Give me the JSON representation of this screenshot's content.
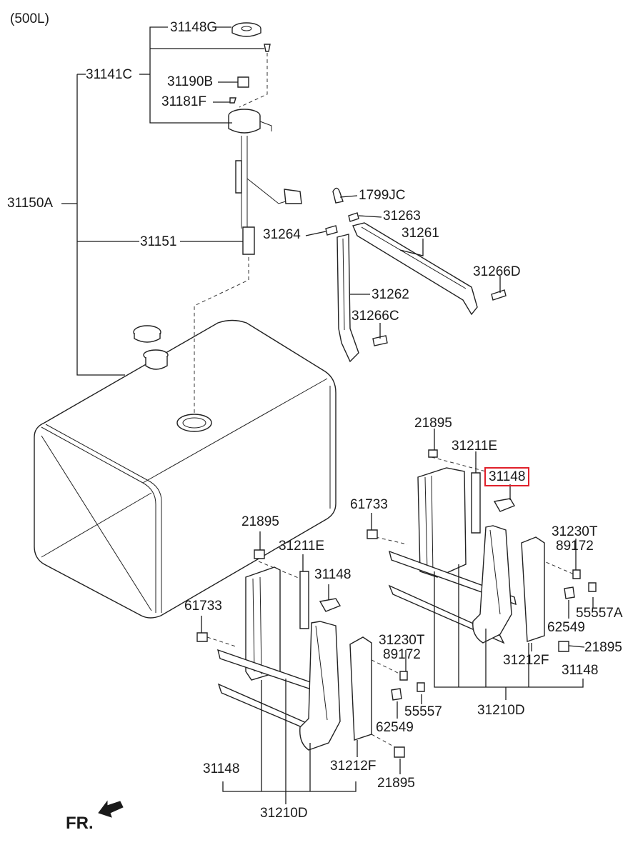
{
  "header": {
    "variant": "(500L)"
  },
  "labels": {
    "p31148G": "31148G",
    "p31141C": "31141C",
    "p31190B": "31190B",
    "p31181F": "31181F",
    "p31150A": "31150A",
    "p31151": "31151",
    "p1799JC": "1799JC",
    "p31263": "31263",
    "p31264": "31264",
    "p31261": "31261",
    "p31266D": "31266D",
    "p31262": "31262",
    "p31266C": "31266C",
    "r21895_top": "21895",
    "r31211E": "31211E",
    "r31148_highlight": "31148",
    "r61733": "61733",
    "r31230T": "31230T",
    "r89172": "89172",
    "r55557A": "55557A",
    "r62549": "62549",
    "r21895_right": "21895",
    "r31212F": "31212F",
    "r31148_bottom": "31148",
    "r31210D": "31210D",
    "l21895_top": "21895",
    "l31211E": "31211E",
    "l31148_upper": "31148",
    "l61733": "61733",
    "l31230T": "31230T",
    "l89172": "89172",
    "l55557": "55557",
    "l62549": "62549",
    "l31212F": "31212F",
    "l21895_bottom": "21895",
    "l31148_bottom": "31148",
    "l31210D": "31210D"
  },
  "footer": {
    "direction": "FR."
  },
  "highlight_color": "#e0202a"
}
